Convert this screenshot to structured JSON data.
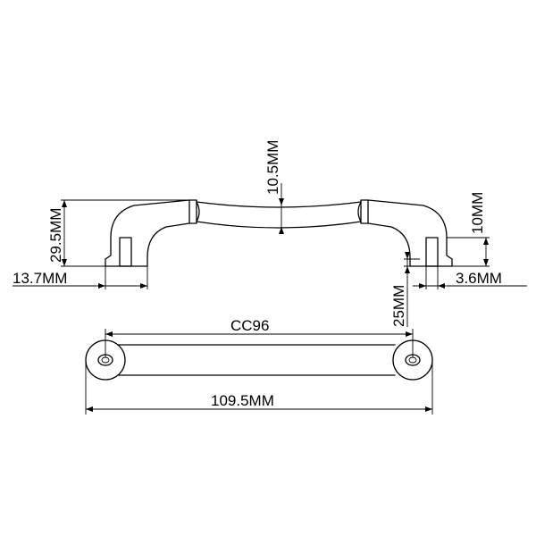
{
  "dimensions": {
    "handle_thickness": "10.5MM",
    "overall_height": "29.5MM",
    "post_depth": "10MM",
    "foot_width": "13.7MM",
    "post_offset": "3.6MM",
    "base_height": "25MM",
    "center_to_center": "CC96",
    "overall_length": "109.5MM"
  }
}
